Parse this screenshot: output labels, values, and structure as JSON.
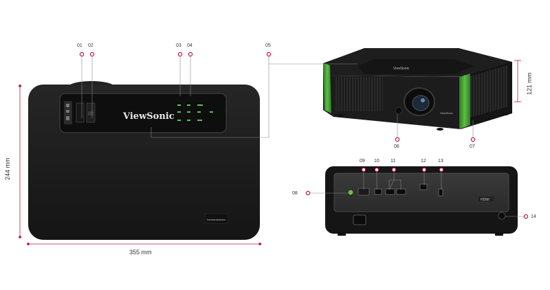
{
  "brand": "ViewSonic",
  "badge": "harman/kardon",
  "port_badge": "HDMI",
  "dimensions": {
    "width": "355 mm",
    "depth": "244 mm",
    "height": "121 mm"
  },
  "callouts": [
    "01",
    "02",
    "03",
    "04",
    "05",
    "06",
    "07",
    "08",
    "09",
    "10",
    "11",
    "12",
    "13",
    "14"
  ],
  "colors": {
    "accent": "#c0143c",
    "body": "#1b1b1b",
    "green": "#4ea53a"
  }
}
